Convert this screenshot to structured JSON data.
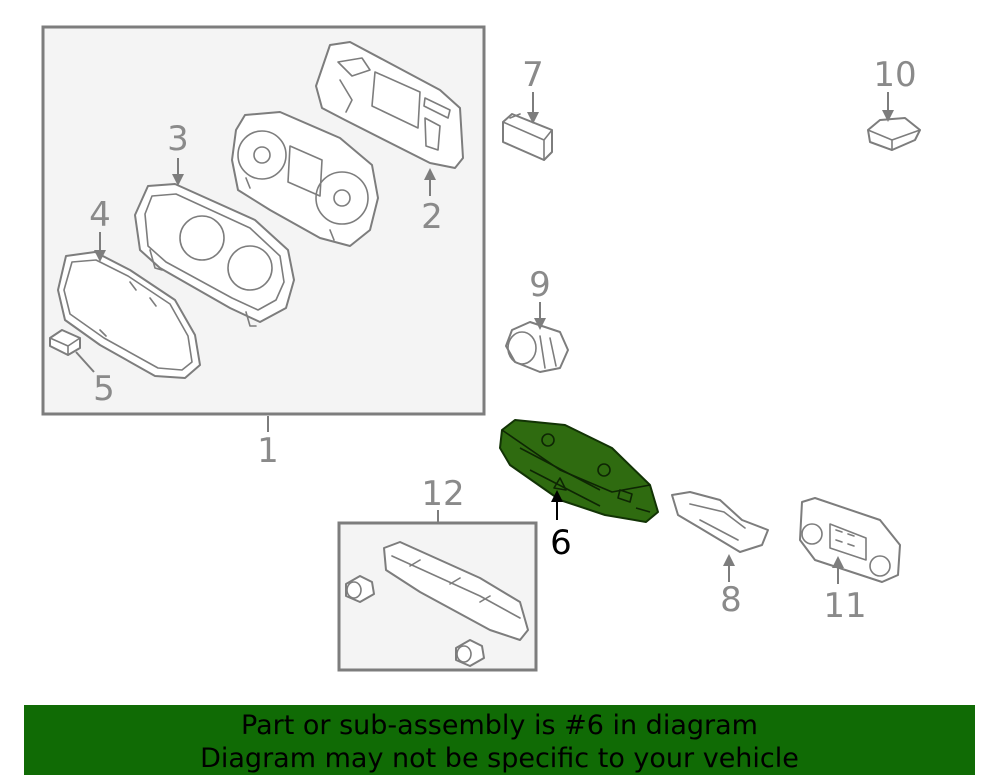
{
  "callouts": {
    "c1": "1",
    "c2": "2",
    "c3": "3",
    "c4": "4",
    "c5": "5",
    "c6": "6",
    "c7": "7",
    "c8": "8",
    "c9": "9",
    "c10": "10",
    "c11": "11",
    "c12": "12"
  },
  "highlighted_part": "6",
  "colors": {
    "highlight": "#2f6b10",
    "banner": "#106b05",
    "line": "#7d7d7d"
  },
  "banner": {
    "line1": "Part or sub-assembly is #6 in diagram",
    "line2": "Diagram may not be specific to your vehicle"
  }
}
